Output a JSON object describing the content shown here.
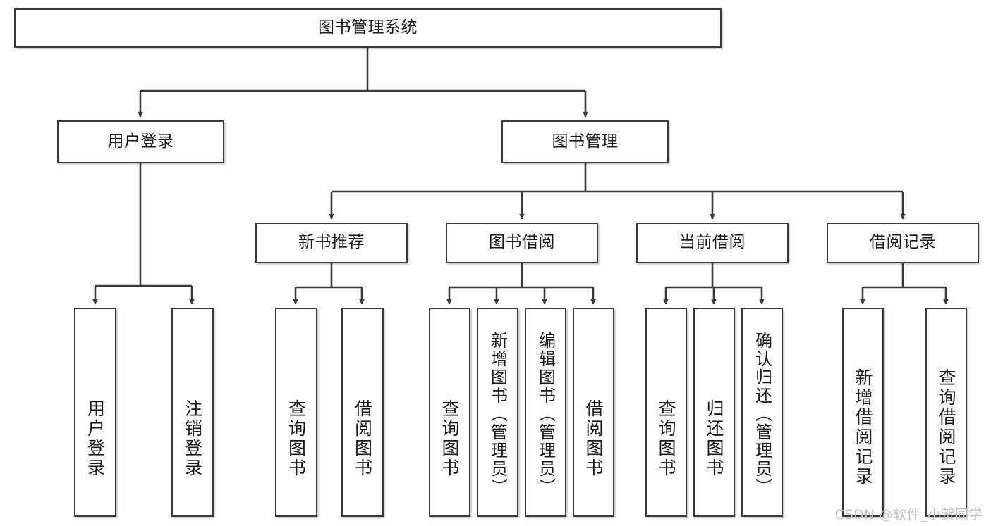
{
  "diagram": {
    "title": "图书管理系统",
    "type": "tree",
    "watermark": "CSDN @软件_小贺同学",
    "colors": {
      "stroke": "#3a3a3a",
      "fill": "#ffffff",
      "text": "#1a1a1a",
      "watermark": "#c3c3c3"
    },
    "root": {
      "label": "图书管理系统"
    },
    "level2": [
      {
        "label": "用户登录"
      },
      {
        "label": "图书管理"
      }
    ],
    "level3": [
      {
        "label": "新书推荐"
      },
      {
        "label": "图书借阅"
      },
      {
        "label": "当前借阅"
      },
      {
        "label": "借阅记录"
      }
    ],
    "leaves": {
      "user_login": [
        {
          "label": "用户登录"
        },
        {
          "label": "注销登录"
        }
      ],
      "new_book": [
        {
          "label": "查询图书"
        },
        {
          "label": "借阅图书"
        }
      ],
      "book_borrow": [
        {
          "label": "查询图书"
        },
        {
          "label": "新增图书（管理员）"
        },
        {
          "label": "编辑图书（管理员）"
        },
        {
          "label": "借阅图书"
        }
      ],
      "current_borrow": [
        {
          "label": "查询图书"
        },
        {
          "label": "归还图书"
        },
        {
          "label": "确认归还（管理员）"
        }
      ],
      "borrow_record": [
        {
          "label": "新增借阅记录"
        },
        {
          "label": "查询借阅记录"
        }
      ]
    }
  }
}
